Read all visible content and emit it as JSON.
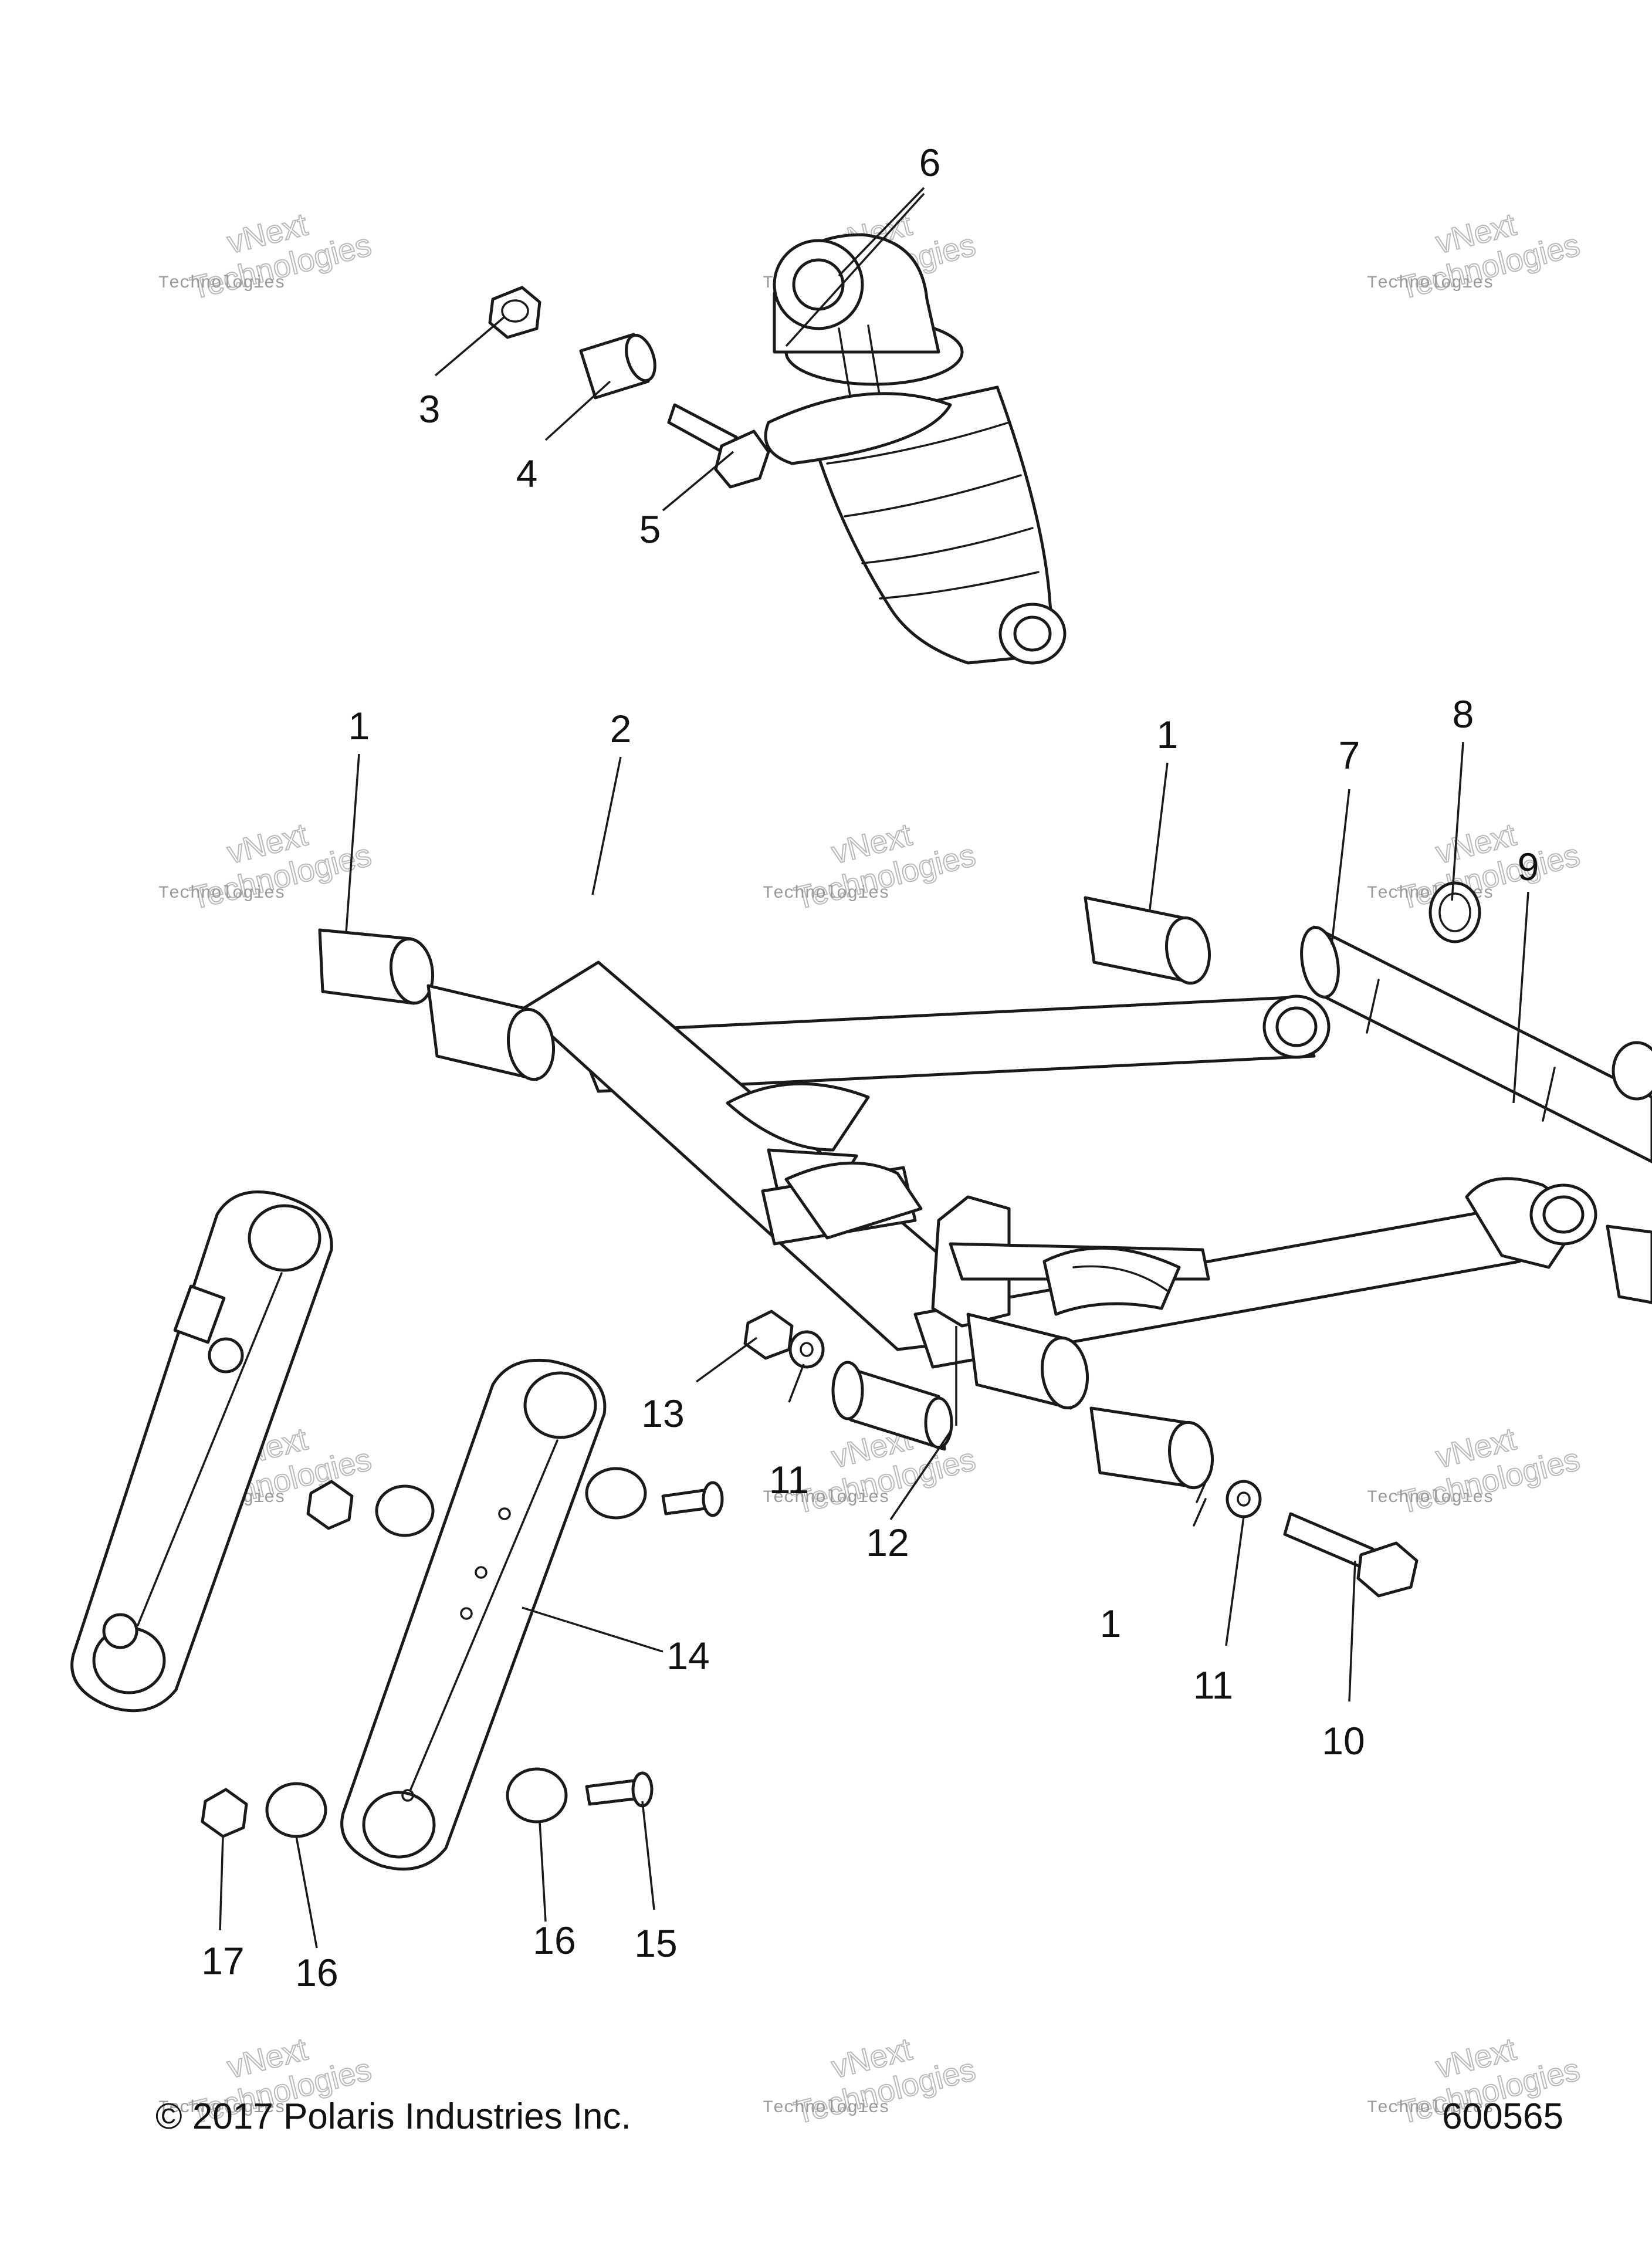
{
  "diagram": {
    "callouts": {
      "c1a": "1",
      "c1b": "1",
      "c1c": "1",
      "c2": "2",
      "c3": "3",
      "c4": "4",
      "c5": "5",
      "c6": "6",
      "c7": "7",
      "c8": "8",
      "c9": "9",
      "c10": "10",
      "c11a": "11",
      "c11b": "11",
      "c12": "12",
      "c13": "13",
      "c14": "14",
      "c15": "15",
      "c16a": "16",
      "c16b": "16",
      "c17": "17"
    },
    "watermark": {
      "line1": "vNext",
      "line2": "Technologies"
    },
    "copyright": "© 2017 Polaris Industries Inc.",
    "figure_number": "600565"
  }
}
